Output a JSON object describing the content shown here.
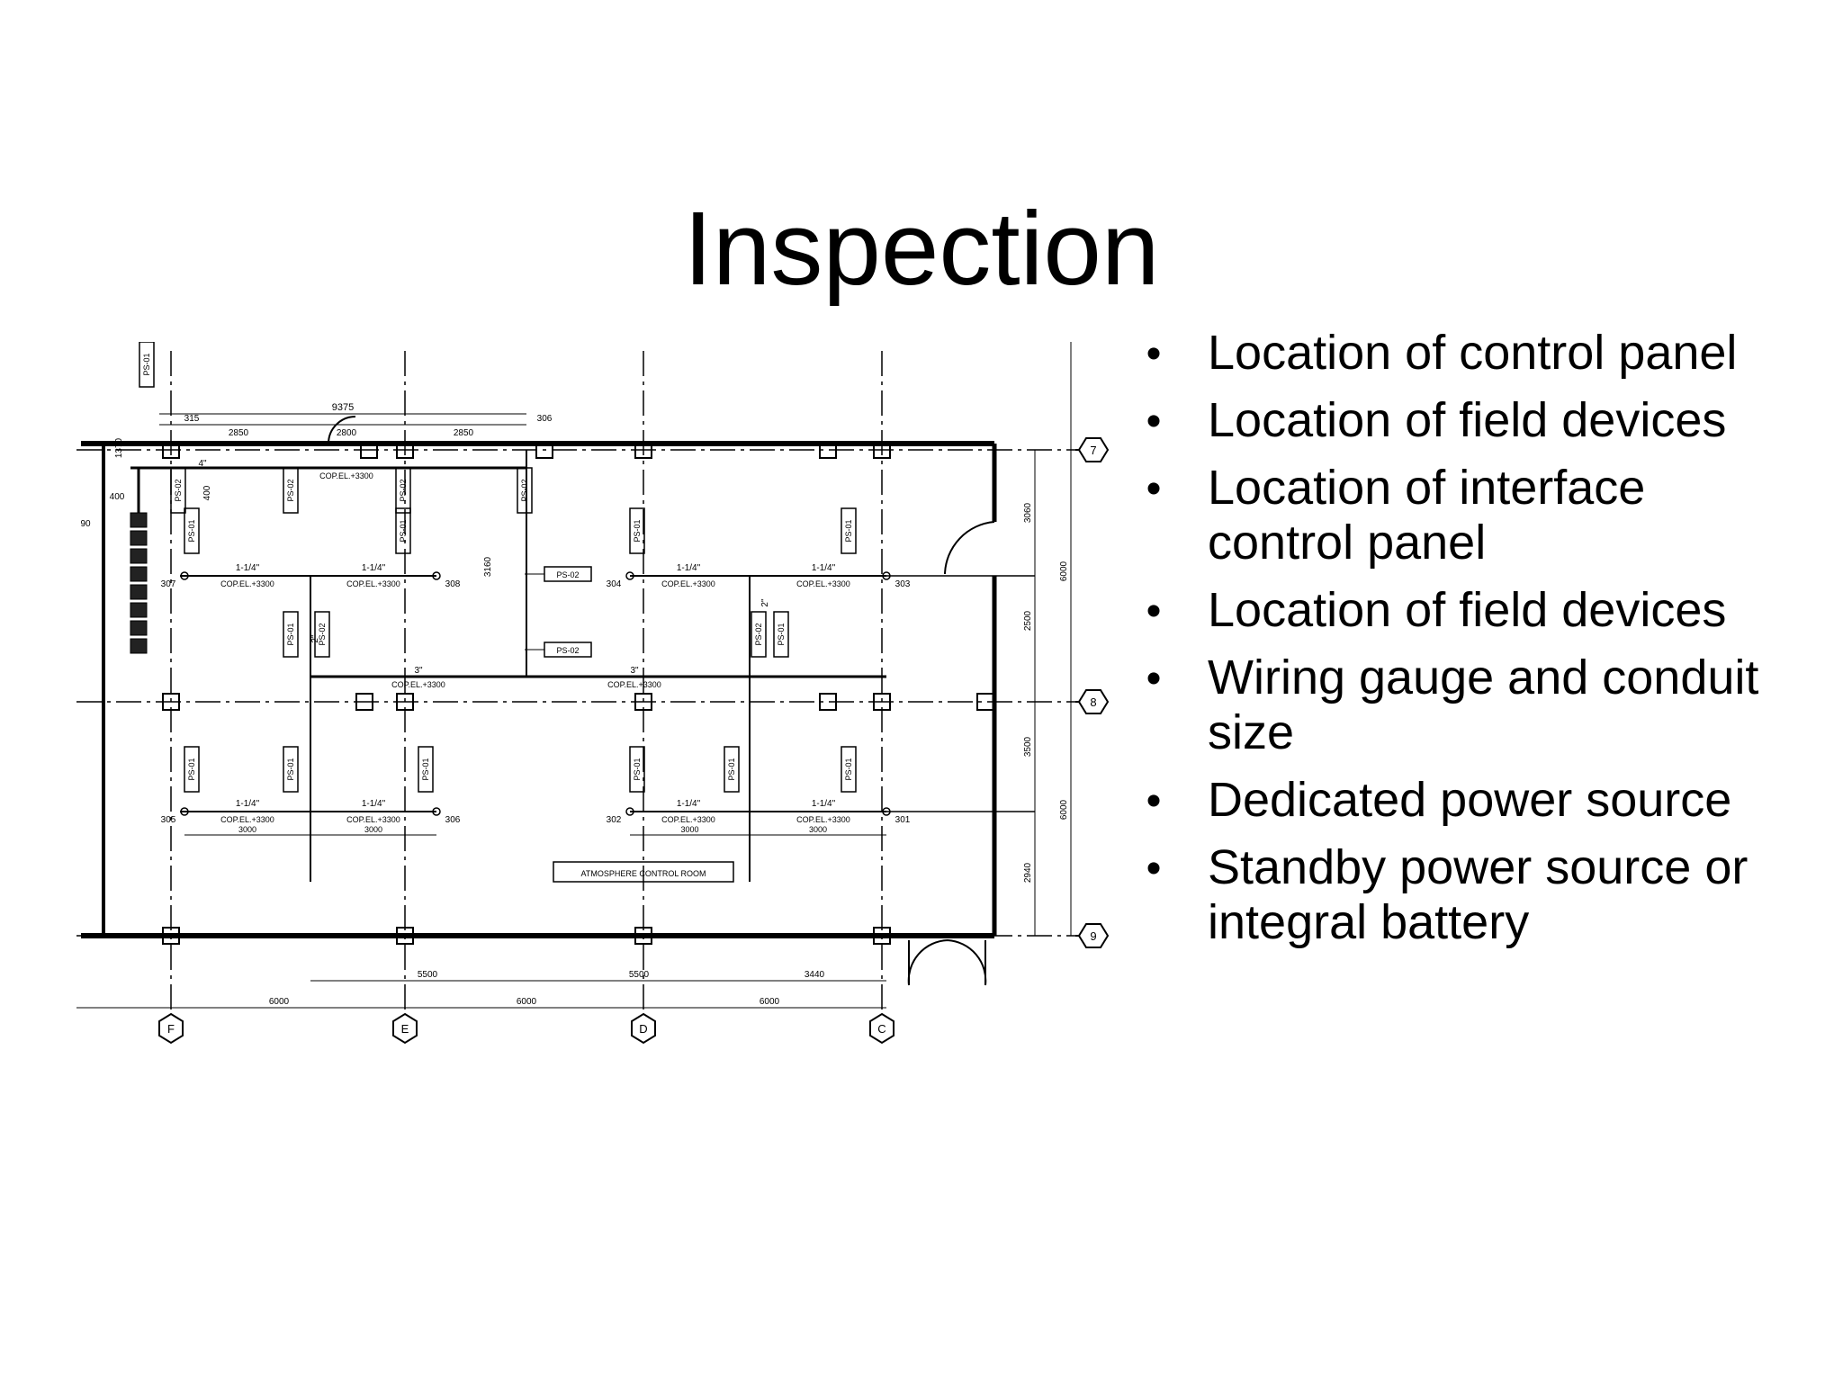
{
  "slide": {
    "title": "Inspection",
    "bullet_glyph": "•",
    "bullets": [
      "Location of control panel",
      "Location of field devices",
      "Location of interface control panel",
      "Location of field devices",
      "Wiring gauge and conduit size",
      "Dedicated power source",
      "Standby power source or integral battery"
    ]
  },
  "plan": {
    "grid_labels_right": [
      "7",
      "8",
      "9"
    ],
    "grid_labels_bottom": [
      "F",
      "E",
      "D",
      "C"
    ],
    "top_dims": [
      "9375",
      "315",
      "2850",
      "2800",
      "2850",
      "306"
    ],
    "left_dims": [
      "1370",
      "400",
      "400",
      "90"
    ],
    "right_dims": [
      "3060",
      "2500",
      "3500",
      "2940",
      "6000",
      "6000"
    ],
    "mid_dim": "3160",
    "bottom_dims": [
      "5500",
      "5500",
      "3440",
      "6000",
      "6000",
      "6000"
    ],
    "room_label": "ATMOSPHERE CONTROL ROOM",
    "device_labels": [
      "PS-01",
      "PS-02"
    ],
    "pipe_size_small": "1-1/4\"",
    "pipe_size_large": "3\"",
    "pipe_size_riser": "2\"",
    "pipe_size_top": "4\"",
    "cop_elevation": "COP.EL.+3300",
    "node_numbers": [
      "307",
      "308",
      "304",
      "303",
      "305",
      "306",
      "302",
      "301"
    ],
    "spacing_dim": "3000"
  }
}
